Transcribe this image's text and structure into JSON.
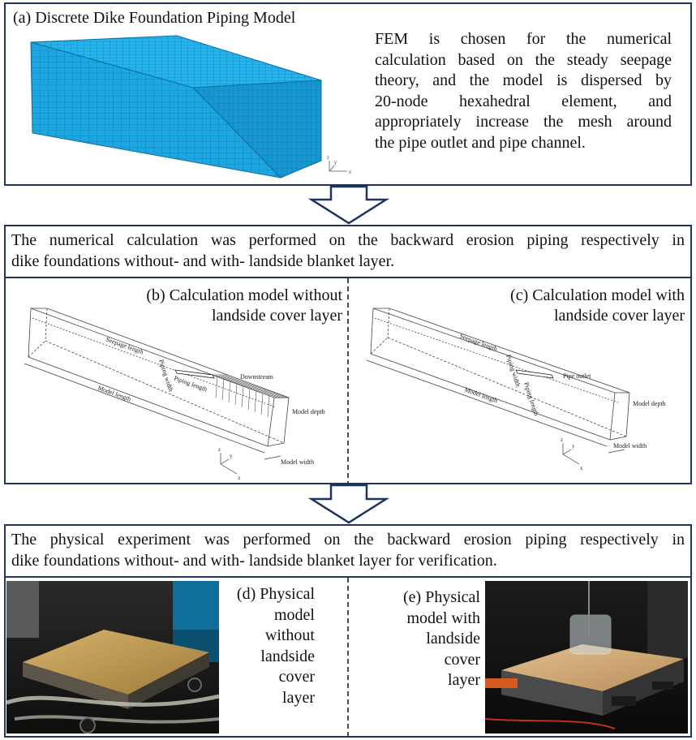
{
  "panel_a": {
    "title": "(a) Discrete Dike Foundation Piping Model",
    "description_lines": [
      "FEM is chosen for the numerical",
      "calculation based on the steady seepage",
      "theory, and the model is dispersed by",
      "20-node hexahedral element, and",
      "appropriately increase the mesh around",
      "the pipe outlet and pipe channel."
    ],
    "axes": [
      "z",
      "y",
      "x"
    ]
  },
  "numerical": {
    "lines": [
      "The numerical calculation was performed on the backward erosion piping respectively in",
      "dike foundations without- and with- landside blanket layer."
    ]
  },
  "panel_b": {
    "title_lines": [
      "(b) Calculation model without",
      "landside cover layer"
    ],
    "labels": {
      "seepage_length": "Seepage length",
      "piping_width": "Piping width",
      "piping_length": "Piping length",
      "downstream": "Downstream",
      "model_length": "Model length",
      "model_depth": "Model depth",
      "model_width": "Model width"
    },
    "axes": [
      "z",
      "y",
      "x"
    ]
  },
  "panel_c": {
    "title_lines": [
      "(c) Calculation model with",
      "landside cover layer"
    ],
    "labels": {
      "seepage_length": "Seepage length",
      "piping_width": "Piping width",
      "piping_length": "Piping length",
      "pipe_outlet": "Pipe outlet",
      "model_length": "Model length",
      "model_depth": "Model depth",
      "model_width": "Model width"
    },
    "axes": [
      "z",
      "y",
      "x"
    ]
  },
  "physical": {
    "lines": [
      "The physical experiment was performed on the backward erosion piping respectively in",
      "dike foundations without- and with- landside blanket layer for verification."
    ]
  },
  "panel_d": {
    "caption_lines": [
      "(d) Physical",
      "model",
      "without",
      "landside",
      "cover",
      "layer"
    ]
  },
  "panel_e": {
    "caption_lines": [
      "(e) Physical",
      "model with",
      "landside",
      "cover",
      "layer"
    ]
  },
  "colors": {
    "border": "#1f3361",
    "mesh": "#1ea6e0",
    "mesh_dark": "#0f7fb8"
  }
}
